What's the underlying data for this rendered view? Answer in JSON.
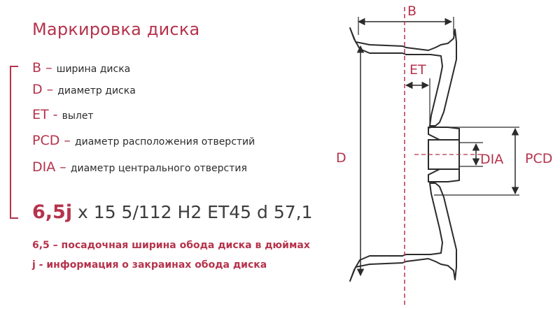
{
  "title": "Маркировка диска",
  "legend": [
    {
      "key": "B",
      "sep": " – ",
      "desc": "ширина диска"
    },
    {
      "key": "D",
      "sep": " – ",
      "desc": "диаметр диска"
    },
    {
      "key": "ET",
      "sep": " - ",
      "desc": "вылет"
    },
    {
      "key": "PCD",
      "sep": " – ",
      "desc": "диаметр расположения отверстий"
    },
    {
      "key": "DIA",
      "sep": " – ",
      "desc": "диаметр центрального отверстия"
    }
  ],
  "code": {
    "size": "6,5j",
    "rest": " x 15 5/112 H2 ET45 d 57,1"
  },
  "notes": [
    "6,5 – посадочная ширина обода диска в дюймах",
    "j - информация о закраинах обода диска"
  ],
  "diagram_labels": {
    "b": "B",
    "d": "D",
    "et": "ET",
    "dia": "DIA",
    "pcd": "PCD"
  },
  "colors": {
    "accent": "#b5334c",
    "line": "#2b2b2b",
    "text": "#2b2b2b"
  }
}
